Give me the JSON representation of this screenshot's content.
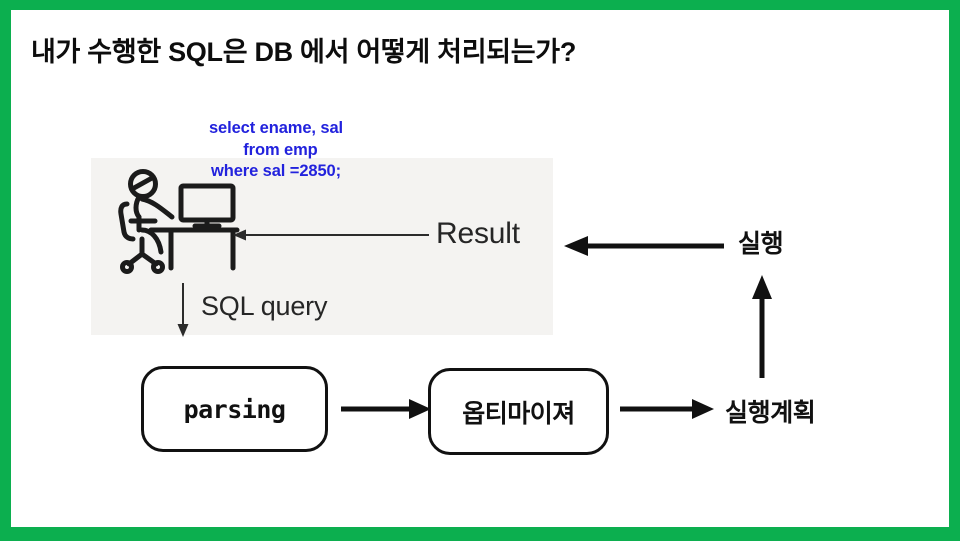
{
  "slide": {
    "title": "내가 수행한 SQL은 DB 에서 어떻게 처리되는가?",
    "border_color": "#0CAF4F",
    "background_color": "#FFFFFF"
  },
  "sql": {
    "code": "select ename, sal\n  from emp\nwhere sal =2850;",
    "color": "#2222DD"
  },
  "illustration": {
    "panel_color": "#F4F3F1",
    "person_icon": "person-at-desk-icon",
    "result_label": "Result",
    "sql_query_label": "SQL query"
  },
  "process": {
    "boxes": [
      {
        "id": "parsing",
        "label": "parsing"
      },
      {
        "id": "optimizer",
        "label": "옵티마이져"
      }
    ],
    "labels": [
      {
        "id": "execute",
        "label": "실행"
      },
      {
        "id": "exec_plan",
        "label": "실행계획"
      }
    ]
  },
  "arrows": [
    {
      "name": "result-arrow",
      "direction": "left"
    },
    {
      "name": "sql-query-arrow",
      "direction": "down"
    },
    {
      "name": "parsing-to-optimizer-arrow",
      "direction": "right"
    },
    {
      "name": "optimizer-to-plan-arrow",
      "direction": "right"
    },
    {
      "name": "plan-to-execute-arrow",
      "direction": "up"
    },
    {
      "name": "execute-to-result-arrow",
      "direction": "left"
    }
  ]
}
